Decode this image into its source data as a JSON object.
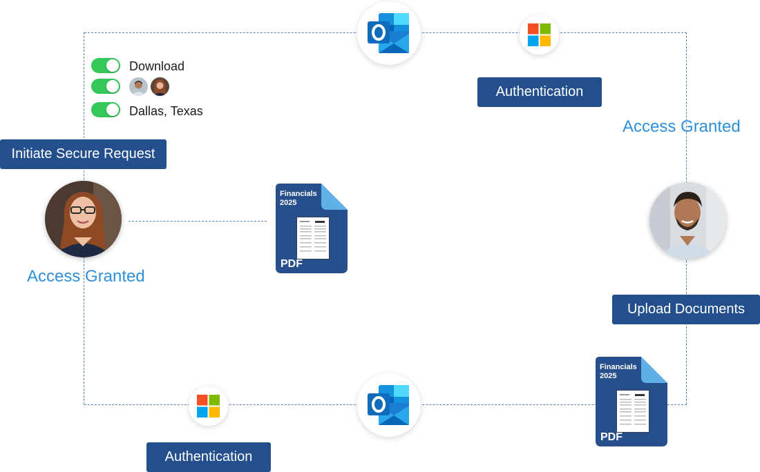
{
  "toggles": [
    {
      "label": "Download",
      "on": true
    },
    {
      "label": "",
      "on": true,
      "content": "avatars"
    },
    {
      "label": "Dallas, Texas",
      "on": true
    }
  ],
  "labels": {
    "initiate": "Initiate Secure Request",
    "auth_top": "Authentication",
    "auth_bottom": "Authentication",
    "upload": "Upload Documents",
    "granted_left": "Access Granted",
    "granted_right": "Access Granted"
  },
  "documents": {
    "center": {
      "title_line1": "Financials",
      "title_line2": "2025",
      "type": "PDF"
    },
    "bottom_right": {
      "title_line1": "Financials",
      "title_line2": "2025",
      "type": "PDF"
    }
  },
  "icons": {
    "outlook": "outlook-icon",
    "microsoft": "microsoft-icon"
  },
  "colors": {
    "tag_bg": "#234f8c",
    "granted_text": "#2f8fd8",
    "dash": "#5a7fb3",
    "toggle_on": "#34c759",
    "doc_blue": "#264f8c",
    "doc_fold": "#5fb0e6"
  }
}
